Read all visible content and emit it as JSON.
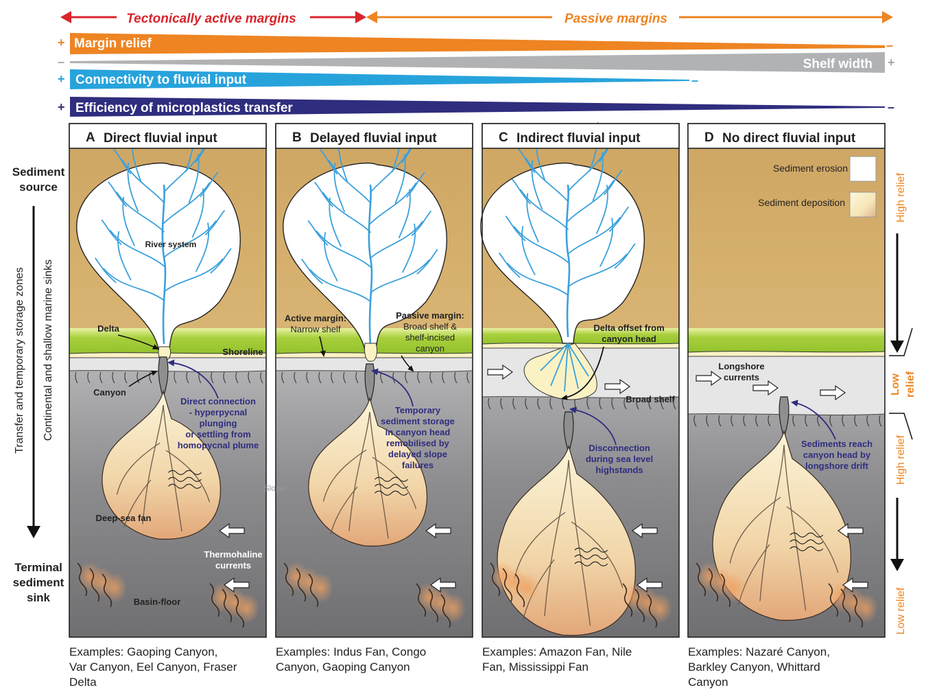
{
  "header": {
    "active_label": "Tectonically active margins",
    "passive_label": "Passive margins",
    "plus": "+",
    "minus": "–",
    "colors": {
      "red": "#d9242b",
      "orange": "#ee8422",
      "grey": "#b0b2b4",
      "blue": "#27a3dc",
      "navy": "#2f2d7e"
    },
    "bars": {
      "margin_relief": "Margin relief",
      "shelf_width": "Shelf width",
      "connectivity": "Connectivity to fluvial input",
      "efficiency": "Efficiency of microplastics transfer"
    }
  },
  "left_axis": {
    "source": [
      "Sediment",
      "source"
    ],
    "transfer": "Transfer and temporary storage zones",
    "sinks": "Continental and shallow marine sinks",
    "terminal": [
      "Terminal",
      "sediment",
      "sink"
    ]
  },
  "right_axis": {
    "high_relief_1": "High relief",
    "low_relief_1": [
      "Low",
      "relief"
    ],
    "high_relief_2": "High relief",
    "low_relief_2": "Low relief"
  },
  "legend": {
    "erosion": "Sediment erosion",
    "deposition": "Sediment deposition"
  },
  "panels": [
    {
      "letter": "A",
      "title": "Direct fluvial input",
      "labels": {
        "river_system": "River system",
        "delta": "Delta",
        "shoreline": "Shoreline",
        "canyon": "Canyon",
        "connection": [
          "Direct connection",
          "- hyperpycnal",
          "plunging",
          "or settling from",
          "homopycnal plume"
        ],
        "slope": "Slope",
        "deep_sea_fan": "Deep-sea fan",
        "thermohaline": [
          "Thermohaline",
          "currents"
        ],
        "basin_floor": "Basin-floor"
      },
      "examples": [
        "Examples: Gaoping Canyon,",
        "Var Canyon, Eel Canyon, Fraser",
        "Delta"
      ]
    },
    {
      "letter": "B",
      "title": "Delayed fluvial input",
      "labels": {
        "active_margin": [
          "Active margin:",
          "Narrow shelf"
        ],
        "passive_margin": [
          "Passive margin:",
          "Broad shelf &",
          "shelf-incised",
          "canyon"
        ],
        "storage": [
          "Temporary",
          "sediment storage",
          "in canyon head",
          "remobilised by",
          "delayed slope",
          "failures"
        ]
      },
      "examples": [
        "Examples: Indus Fan, Congo",
        "Canyon, Gaoping Canyon"
      ]
    },
    {
      "letter": "C",
      "title": "Indirect fluvial input",
      "labels": {
        "delta_offset": [
          "Delta offset from",
          "canyon head"
        ],
        "broad_shelf": "Broad shelf",
        "disconnection": [
          "Disconnection",
          "during sea level",
          "highstands"
        ]
      },
      "examples": [
        "Examples: Amazon Fan, Nile",
        "Fan, Mississippi Fan"
      ]
    },
    {
      "letter": "D",
      "title": "No direct fluvial input",
      "labels": {
        "longshore": [
          "Longshore",
          "currents"
        ],
        "drift": [
          "Sediments reach",
          "canyon head by",
          "longshore drift"
        ]
      },
      "examples": [
        "Examples: Nazaré Canyon,",
        "Barkley Canyon, Whittard",
        "Canyon"
      ]
    }
  ]
}
